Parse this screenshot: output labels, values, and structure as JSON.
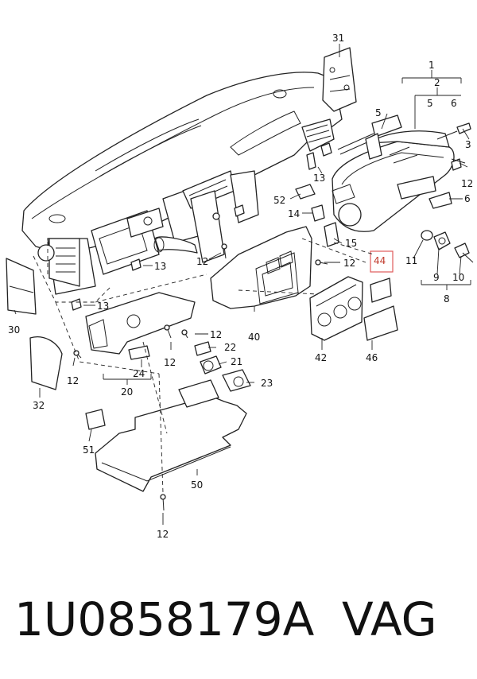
{
  "labels": {
    "l1": "1",
    "l2": "2",
    "l3": "3",
    "l5": "5",
    "l6a": "6",
    "l6b": "6",
    "l8": "8",
    "l9": "9",
    "l10": "10",
    "l11": "11",
    "l12a": "12",
    "l12b": "12",
    "l12c": "12",
    "l12d": "12",
    "l12e": "12",
    "l12f": "12",
    "l12g": "12",
    "l13a": "13",
    "l13b": "13",
    "l13c": "13",
    "l14": "14",
    "l15": "15",
    "l20": "20",
    "l21": "21",
    "l22": "22",
    "l23": "23",
    "l24": "24",
    "l30": "30",
    "l31": "31",
    "l32": "32",
    "l40": "40",
    "l42": "42",
    "l44": "44",
    "l46": "46",
    "l50": "50",
    "l51": "51",
    "l52": "52"
  },
  "highlight_color": "#e05a5a",
  "footer": {
    "part_number": "1U0858179A",
    "brand": "VAG"
  }
}
